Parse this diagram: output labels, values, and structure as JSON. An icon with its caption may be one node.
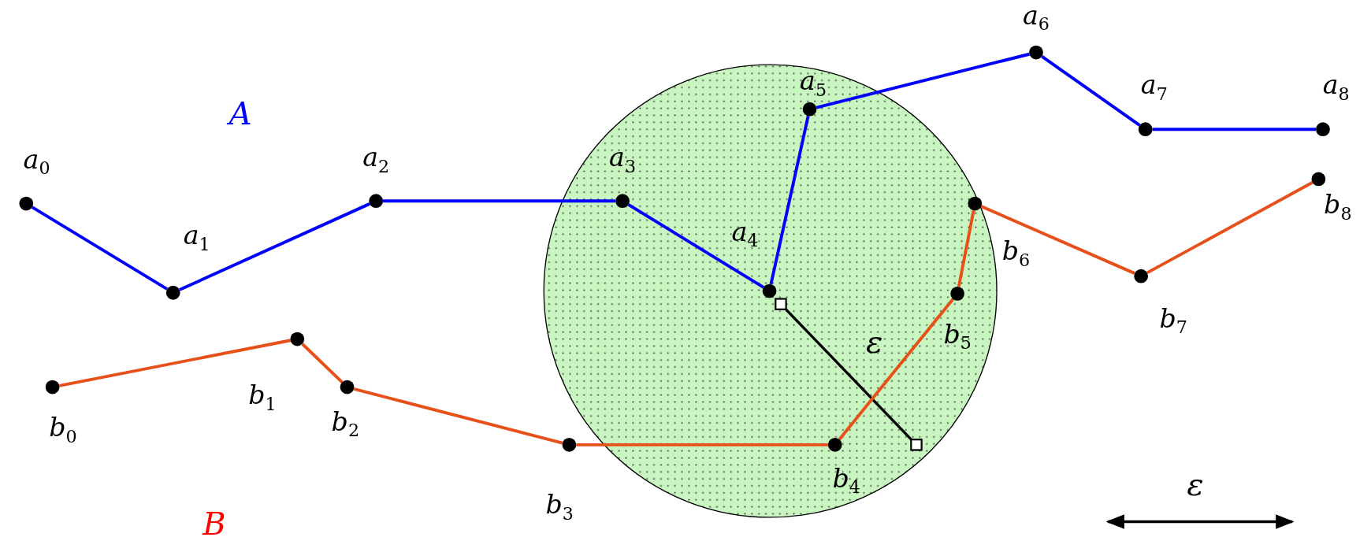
{
  "diagram": {
    "nodes": [
      {
        "text": [],
        "shape": "circle",
        "beside": [
          "a$_{0}$"
        ]
      },
      {
        "text": [],
        "shape": "circle",
        "beside": [
          "a$_{1}$"
        ]
      },
      {
        "text": [],
        "shape": "circle",
        "beside": [
          "a$_{2}$"
        ]
      },
      {
        "text": [],
        "shape": "circle",
        "beside": [
          "a$_{3}$"
        ]
      },
      {
        "text": [],
        "shape": "circle",
        "beside": [
          "a$_{4}$"
        ]
      },
      {
        "text": [],
        "shape": "circle",
        "beside": [
          "a$_{5}$"
        ]
      },
      {
        "text": [],
        "shape": "circle",
        "beside": [
          "a$_{6}$"
        ]
      },
      {
        "text": [],
        "shape": "circle",
        "beside": [
          "a$_{7}$"
        ]
      },
      {
        "text": [],
        "shape": "circle",
        "beside": [
          "a$_{8}$"
        ]
      },
      {
        "text": [],
        "shape": "circle",
        "beside": [
          "b$_{0}$"
        ]
      },
      {
        "text": [],
        "shape": "circle",
        "beside": [
          "b$_{1}$"
        ]
      },
      {
        "text": [],
        "shape": "circle",
        "beside": [
          "b$_{2}$"
        ]
      },
      {
        "text": [],
        "shape": "circle",
        "beside": [
          "b$_{3}$"
        ]
      },
      {
        "text": [],
        "shape": "circle",
        "beside": [
          "b$_{4}$"
        ]
      },
      {
        "text": [],
        "shape": "circle",
        "beside": [
          "b$_{5}$"
        ]
      },
      {
        "text": [],
        "shape": "circle",
        "beside": [
          "b$_{6}$"
        ]
      },
      {
        "text": [],
        "shape": "circle",
        "beside": [
          "b$_{7}$"
        ]
      },
      {
        "text": [],
        "shape": "circle",
        "beside": [
          "b$_{8}$"
        ]
      }
    ],
    "edges": [
      {
        "from": 0,
        "to": 1,
        "arrow": "none",
        "color": "#0000ff"
      },
      {
        "from": 1,
        "to": 2,
        "arrow": "none",
        "color": "#0000ff"
      },
      {
        "from": 2,
        "to": 3,
        "arrow": "none",
        "color": "#0000ff"
      },
      {
        "from": 3,
        "to": 4,
        "arrow": "none",
        "color": "#0000ff"
      },
      {
        "from": 4,
        "to": 5,
        "arrow": "none",
        "color": "#0000ff"
      },
      {
        "from": 5,
        "to": 6,
        "arrow": "none",
        "color": "#0000ff"
      },
      {
        "from": 6,
        "to": 7,
        "arrow": "none",
        "color": "#0000ff"
      },
      {
        "from": 7,
        "to": 8,
        "arrow": "none",
        "color": "#0000ff"
      },
      {
        "from": 9,
        "to": 10,
        "arrow": "none",
        "color": "#e8501a"
      },
      {
        "from": 10,
        "to": 11,
        "arrow": "none",
        "color": "#e8501a"
      },
      {
        "from": 11,
        "to": 12,
        "arrow": "none",
        "color": "#e8501a"
      },
      {
        "from": 12,
        "to": 13,
        "arrow": "none",
        "color": "#e8501a"
      },
      {
        "from": 13,
        "to": 14,
        "arrow": "none",
        "color": "#e8501a"
      },
      {
        "from": 14,
        "to": 15,
        "arrow": "none",
        "color": "#e8501a"
      },
      {
        "from": 15,
        "to": 16,
        "arrow": "none",
        "color": "#e8501a"
      },
      {
        "from": 16,
        "to": 17,
        "arrow": "none",
        "color": "#e8501a"
      }
    ],
    "labels": [
      "A",
      "ε",
      "ε",
      "B"
    ]
  }
}
